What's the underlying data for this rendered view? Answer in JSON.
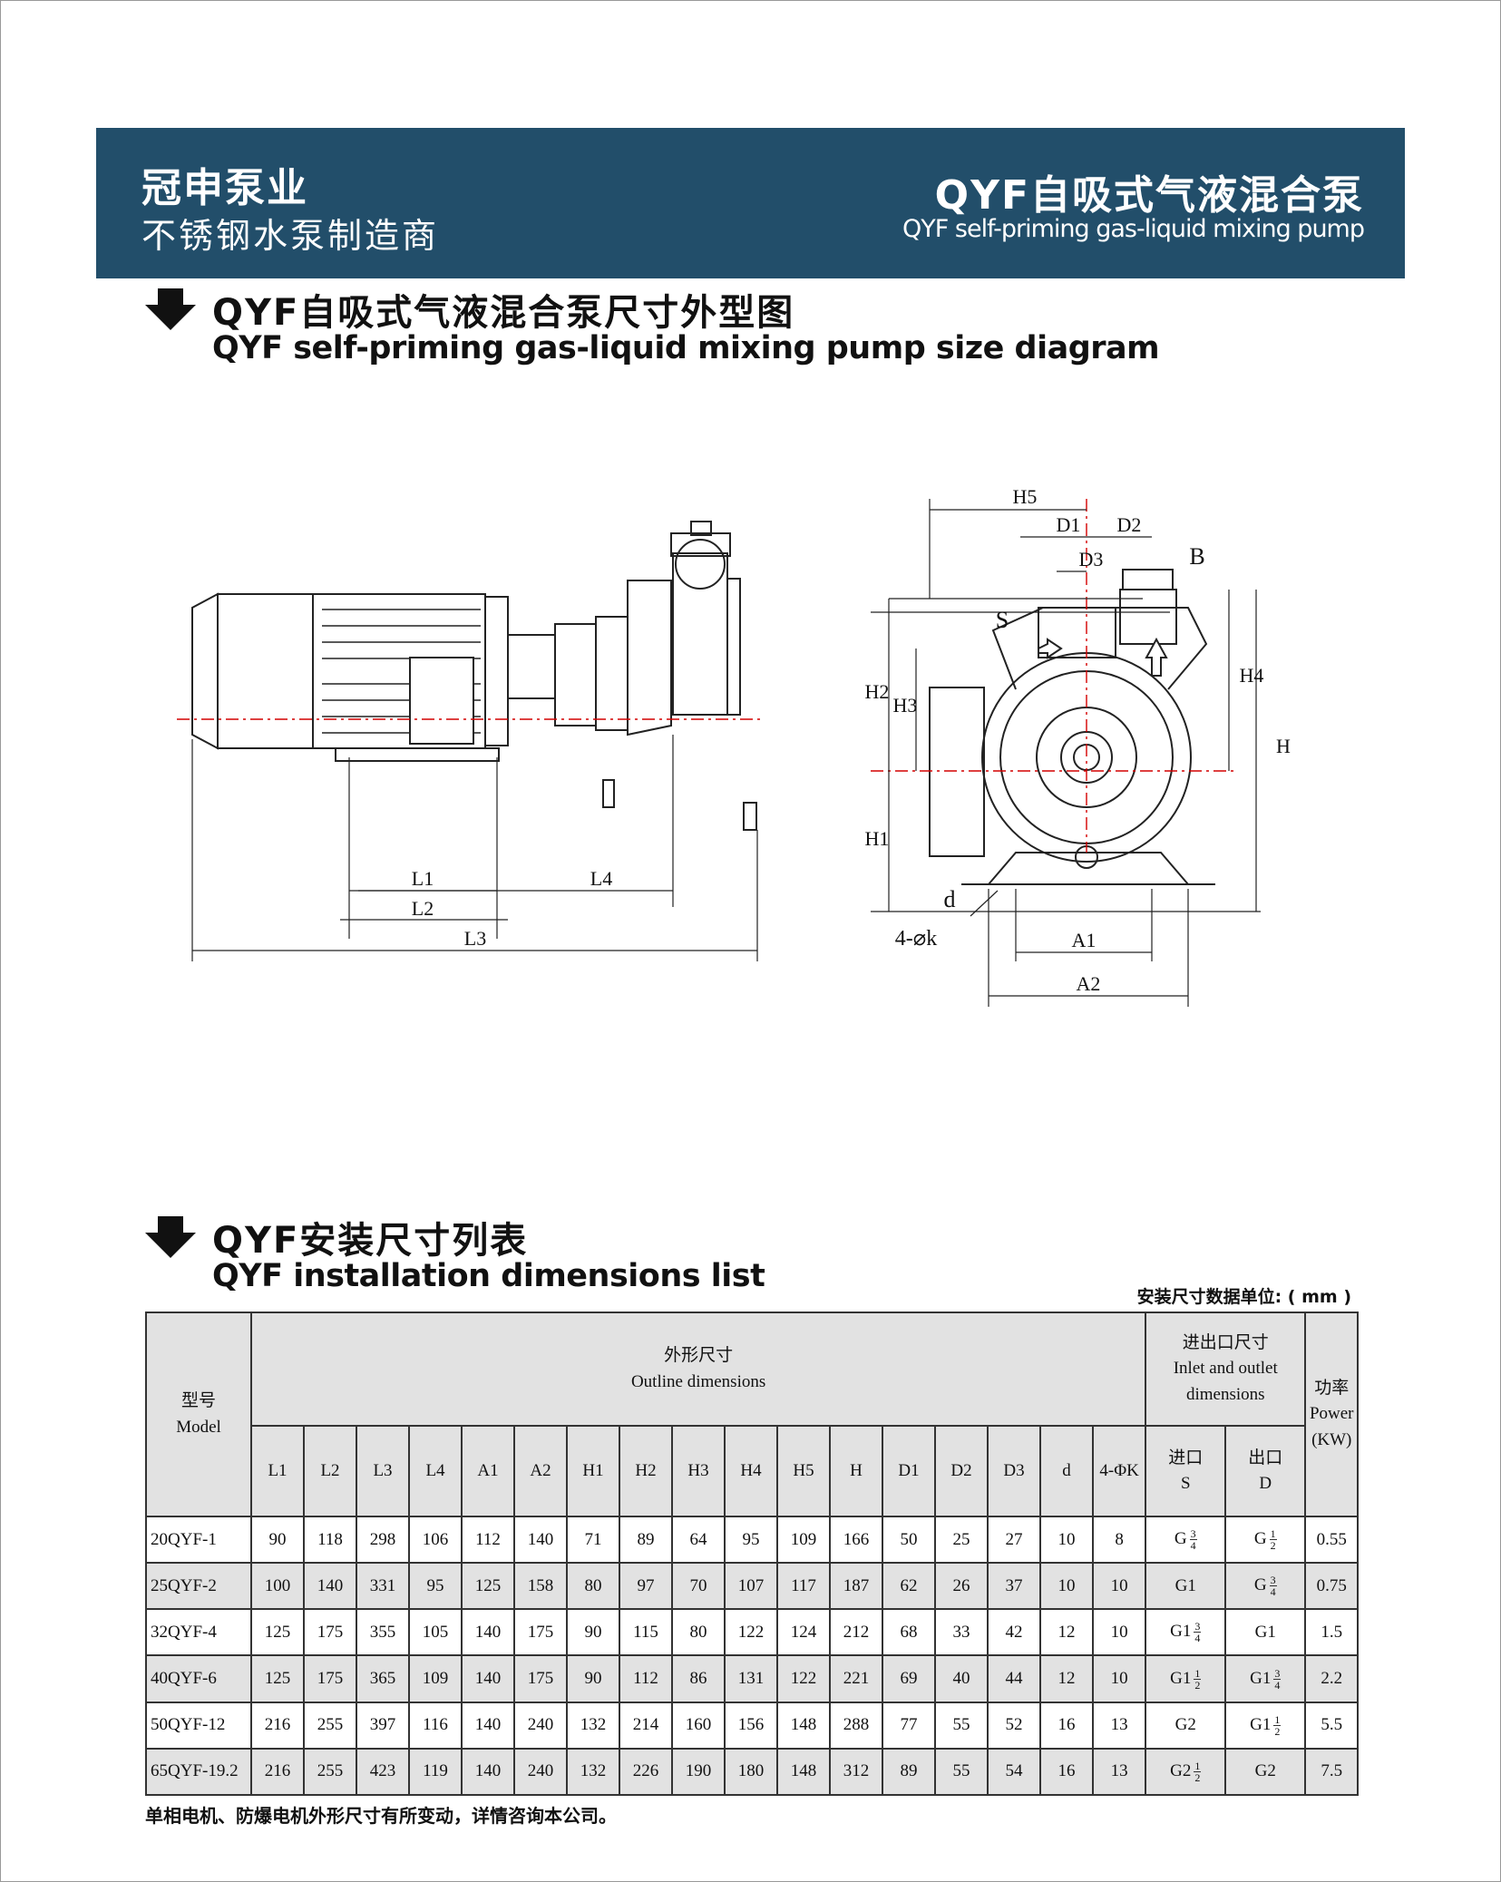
{
  "header": {
    "brand": "冠申泵业",
    "slogan": "不锈钢水泵制造商",
    "product_cn": "QYF自吸式气液混合泵",
    "product_en": "QYF self-priming gas-liquid mixing pump"
  },
  "section_diagram": {
    "title_cn": "QYF自吸式气液混合泵尺寸外型图",
    "title_en": "QYF self-priming gas-liquid mixing pump size diagram"
  },
  "diagram_labels": {
    "l1": "L1",
    "l2": "L2",
    "l3": "L3",
    "l4": "L4",
    "h5": "H5",
    "d1": "D1",
    "d2": "D2",
    "d3": "D3",
    "b": "B",
    "s": "S",
    "h": "H",
    "h1": "H1",
    "h2": "H2",
    "h3": "H3",
    "h4": "H4",
    "d": "d",
    "k": "4-⌀k",
    "a1": "A1",
    "a2": "A2"
  },
  "section_table": {
    "title_cn": "QYF安装尺寸列表",
    "title_en": "QYF installation dimensions list",
    "unit_note": "安装尺寸数据单位: ( mm )"
  },
  "table": {
    "model_cn": "型号",
    "model_en": "Model",
    "outline_cn": "外形尺寸",
    "outline_en": "Outline dimensions",
    "inout_cn": "进出口尺寸",
    "inout_en1": "Inlet and outlet",
    "inout_en2": "dimensions",
    "power_cn": "功率",
    "power_en": "Power",
    "power_unit": "(KW)",
    "inlet_cn": "进口",
    "inlet_en": "S",
    "outlet_cn": "出口",
    "outlet_en": "D",
    "columns": [
      "L1",
      "L2",
      "L3",
      "L4",
      "A1",
      "A2",
      "H1",
      "H2",
      "H3",
      "H4",
      "H5",
      "H",
      "D1",
      "D2",
      "D3",
      "d",
      "4-ΦK"
    ],
    "rows": [
      {
        "model": "20QYF-1",
        "values": [
          "90",
          "118",
          "298",
          "106",
          "112",
          "140",
          "71",
          "89",
          "64",
          "95",
          "109",
          "166",
          "50",
          "25",
          "27",
          "10",
          "8"
        ],
        "inlet": {
          "i": "G",
          "n": "3",
          "d": "4"
        },
        "outlet": {
          "i": "G",
          "n": "1",
          "d": "2"
        },
        "power": "0.55"
      },
      {
        "model": "25QYF-2",
        "values": [
          "100",
          "140",
          "331",
          "95",
          "125",
          "158",
          "80",
          "97",
          "70",
          "107",
          "117",
          "187",
          "62",
          "26",
          "37",
          "10",
          "10"
        ],
        "inlet": {
          "i": "G1"
        },
        "outlet": {
          "i": "G",
          "n": "3",
          "d": "4"
        },
        "power": "0.75"
      },
      {
        "model": "32QYF-4",
        "values": [
          "125",
          "175",
          "355",
          "105",
          "140",
          "175",
          "90",
          "115",
          "80",
          "122",
          "124",
          "212",
          "68",
          "33",
          "42",
          "12",
          "10"
        ],
        "inlet": {
          "i": "G1",
          "n": "3",
          "d": "4"
        },
        "outlet": {
          "i": "G1"
        },
        "power": "1.5"
      },
      {
        "model": "40QYF-6",
        "values": [
          "125",
          "175",
          "365",
          "109",
          "140",
          "175",
          "90",
          "112",
          "86",
          "131",
          "122",
          "221",
          "69",
          "40",
          "44",
          "12",
          "10"
        ],
        "inlet": {
          "i": "G1",
          "n": "1",
          "d": "2"
        },
        "outlet": {
          "i": "G1",
          "n": "3",
          "d": "4"
        },
        "power": "2.2"
      },
      {
        "model": "50QYF-12",
        "values": [
          "216",
          "255",
          "397",
          "116",
          "140",
          "240",
          "132",
          "214",
          "160",
          "156",
          "148",
          "288",
          "77",
          "55",
          "52",
          "16",
          "13"
        ],
        "inlet": {
          "i": "G2"
        },
        "outlet": {
          "i": "G1",
          "n": "1",
          "d": "2"
        },
        "power": "5.5"
      },
      {
        "model": "65QYF-19.2",
        "values": [
          "216",
          "255",
          "423",
          "119",
          "140",
          "240",
          "132",
          "226",
          "190",
          "180",
          "148",
          "312",
          "89",
          "55",
          "54",
          "16",
          "13"
        ],
        "inlet": {
          "i": "G2",
          "n": "1",
          "d": "2"
        },
        "outlet": {
          "i": "G2"
        },
        "power": "7.5"
      }
    ]
  },
  "footer_note": "单相电机、防爆电机外形尺寸有所变动，详情咨询本公司。",
  "colors": {
    "banner": "#224e6a",
    "row_alt": "#e2e2e2",
    "centerline": "#d40000"
  }
}
